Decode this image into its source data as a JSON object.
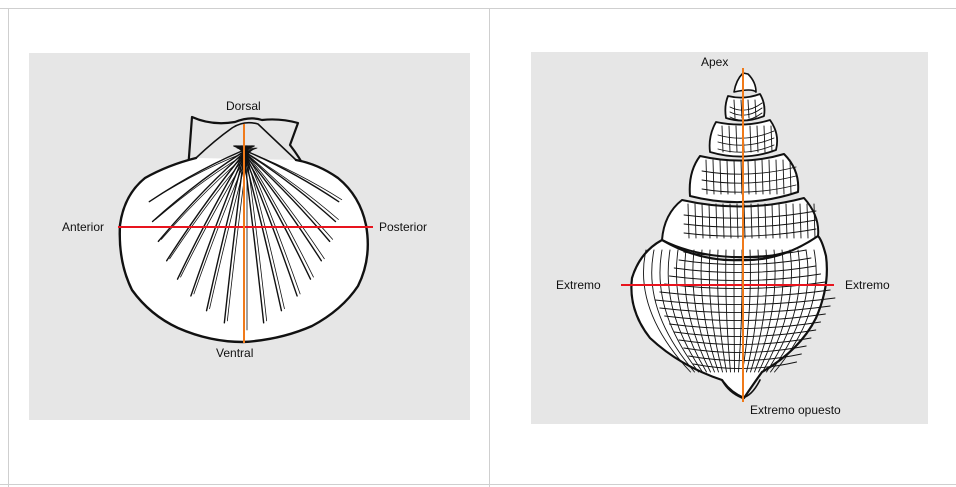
{
  "scallop": {
    "labels": {
      "top": "Dorsal",
      "bottom": "Ventral",
      "left": "Anterior",
      "right": "Posterior"
    },
    "colors": {
      "vertical_axis": "#f07a1a",
      "horizontal_axis": "#e8141e"
    }
  },
  "conch": {
    "labels": {
      "top": "Apex",
      "bottom": "Extremo opuesto",
      "left": "Extremo",
      "right": "Extremo"
    },
    "colors": {
      "vertical_axis": "#f07a1a",
      "horizontal_axis": "#e8141e"
    }
  },
  "colors": {
    "panel_bg": "#e6e6e6",
    "frame": "#cfcfcf",
    "ink": "#111111"
  }
}
